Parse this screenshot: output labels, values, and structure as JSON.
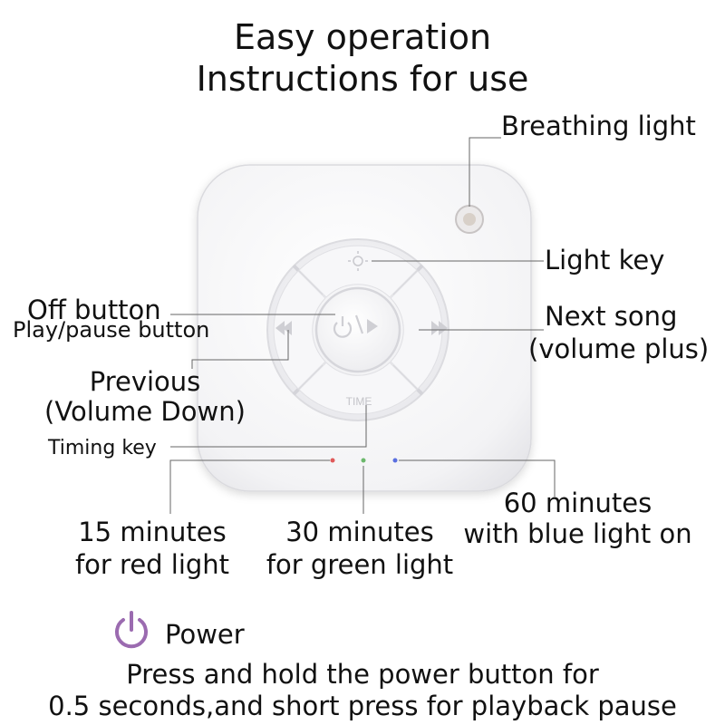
{
  "title_line1": "Easy operation",
  "title_line2": "Instructions for use",
  "labels": {
    "breathing_light": "Breathing light",
    "light_key": "Light key",
    "off_button": "Off button",
    "play_pause_button": "Play/pause button",
    "next_song_line1": "Next song",
    "next_song_line2": "(volume plus)",
    "previous_line1": "Previous",
    "previous_line2": "(Volume Down)",
    "timing_key": "Timing key",
    "red_line1": "15 minutes",
    "red_line2": "for red light",
    "green_line1": "30 minutes",
    "green_line2": "for green light",
    "blue_line1": "60 minutes",
    "blue_line2": "with blue light on"
  },
  "device": {
    "time_label": "TIME"
  },
  "power": {
    "icon": "power-icon",
    "label": "Power",
    "desc_line1": "Press and hold the power button for",
    "desc_line2": "0.5 seconds,and short press for playback pause"
  },
  "colors": {
    "power_icon": "#9b6bb0",
    "red_led": "#e05a5a",
    "green_led": "#6cb86c",
    "blue_led": "#5a6fe0"
  }
}
